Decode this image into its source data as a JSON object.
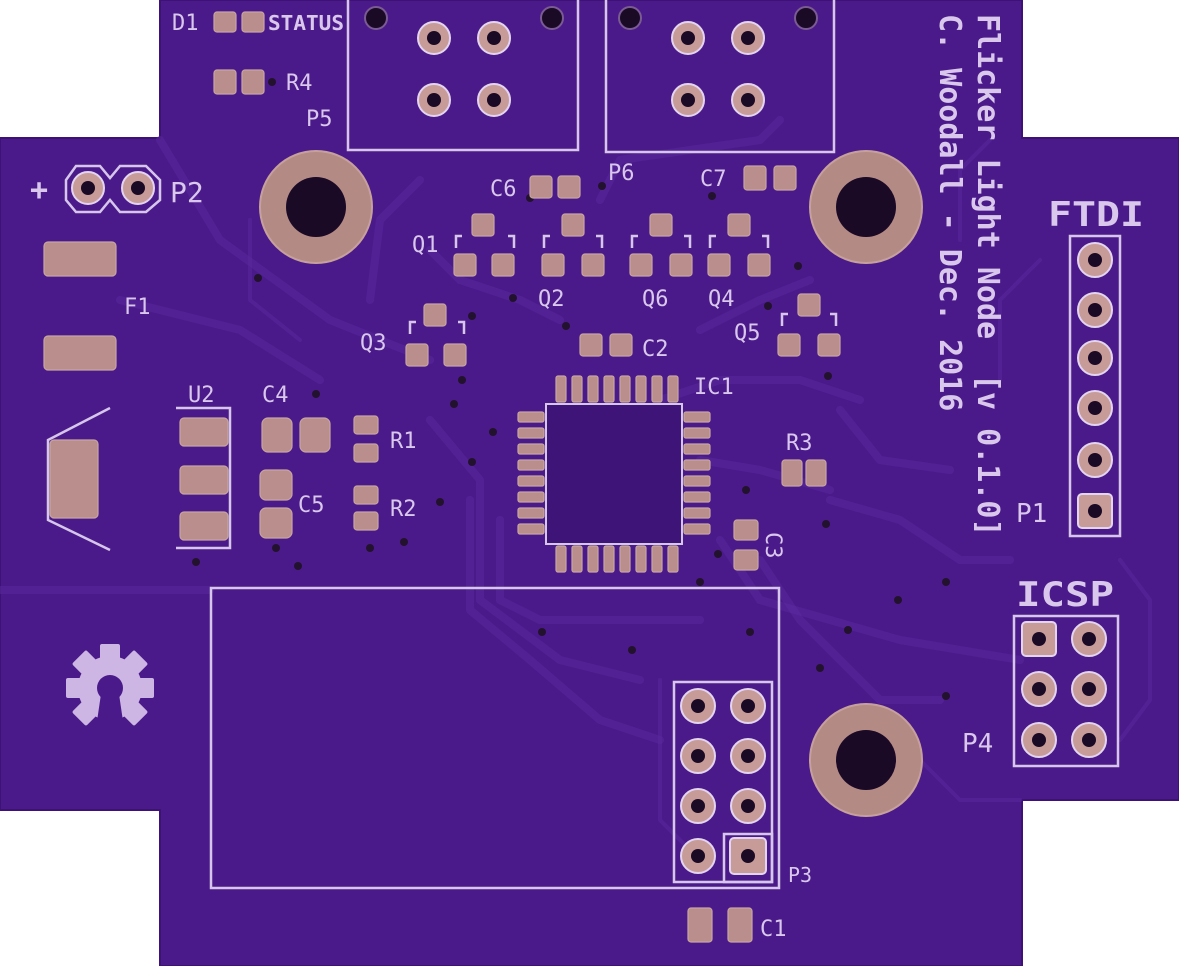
{
  "board": {
    "title_lines": [
      "Flicker Light Node",
      "C. Woodall - Dec. 2016",
      "[v 0.1.0]"
    ],
    "colors": {
      "board": "#4b1a8a",
      "board_edge": "#3d1274",
      "silkscreen": "#d9c8ec",
      "pad": "#b98e8c",
      "hole": "#1b0a26"
    },
    "logo_icon": "open-hardware-gear-icon"
  },
  "labels": {
    "d1": "D1",
    "status": "STATUS",
    "r4": "R4",
    "p5": "P5",
    "p6": "P6",
    "plus": "+",
    "p2": "P2",
    "c6": "C6",
    "c7": "C7",
    "ftdi": "FTDI",
    "q1": "Q1",
    "q2": "Q2",
    "q6": "Q6",
    "q4": "Q4",
    "q5": "Q5",
    "q3": "Q3",
    "f1": "F1",
    "c2": "C2",
    "ic1": "IC1",
    "u2": "U2",
    "c4": "C4",
    "r1": "R1",
    "r2": "R2",
    "r3": "R3",
    "c5": "C5",
    "c3": "C3",
    "p1": "P1",
    "icsp": "ICSP",
    "p4": "P4",
    "p3": "P3",
    "c1": "C1"
  }
}
